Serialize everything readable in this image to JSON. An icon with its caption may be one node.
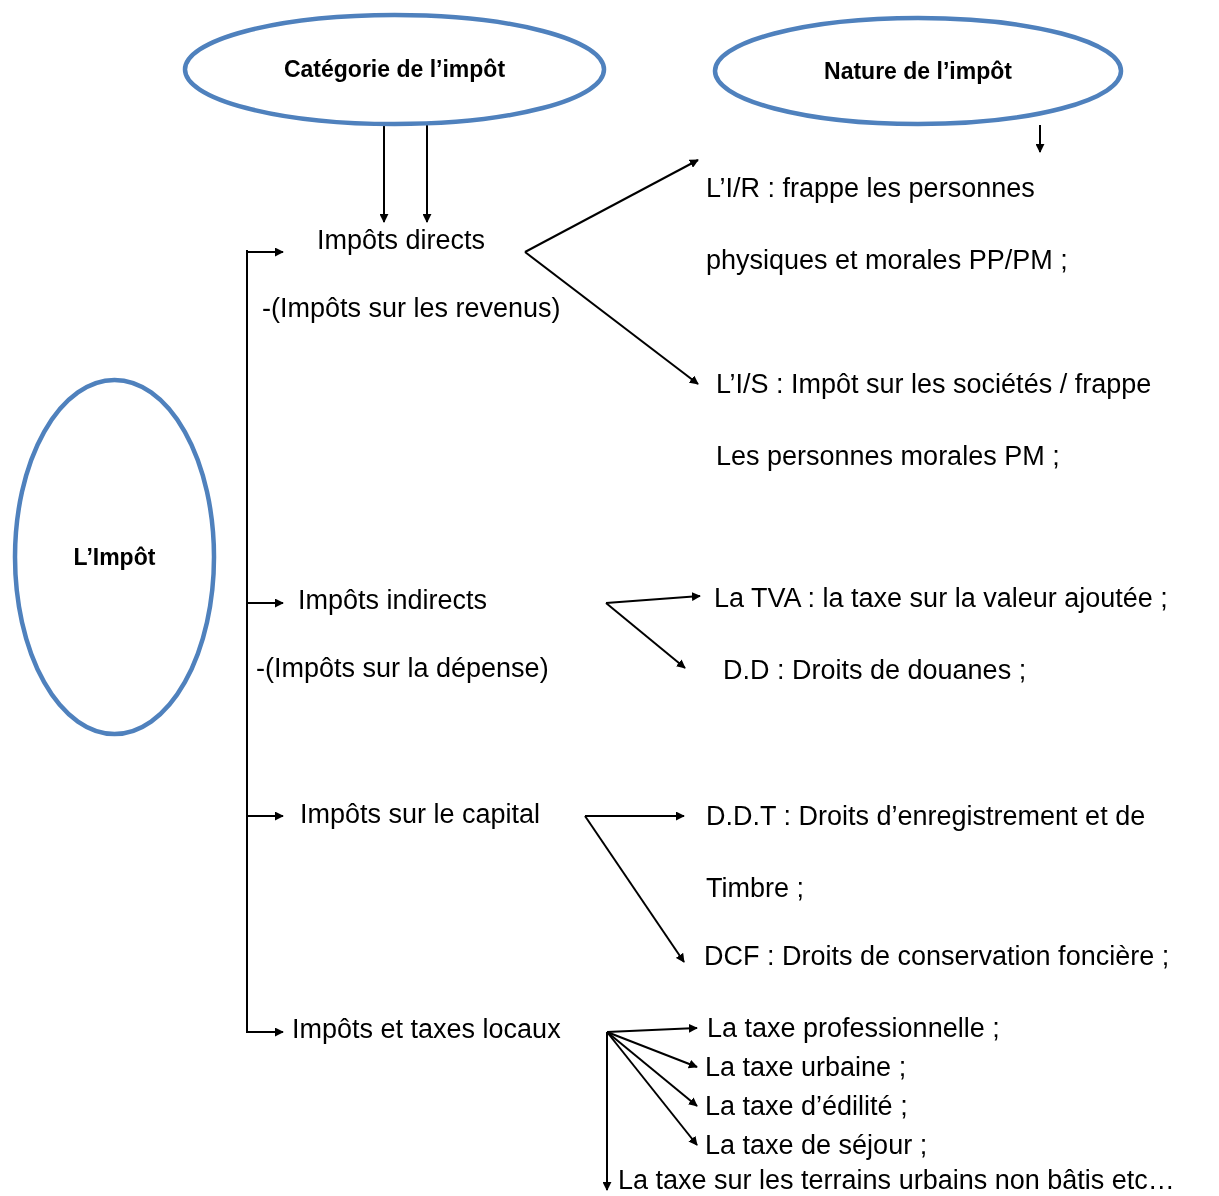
{
  "diagram": {
    "nodes": [
      {
        "text": [
          "Catégorie de l’impôt"
        ]
      },
      {
        "text": [
          "Nature de l’impôt"
        ]
      },
      {
        "text": [
          "L’Impôt"
        ]
      },
      {
        "text": [
          "Impôts directs"
        ],
        "beside": [
          "-(Impôts sur les revenus)"
        ]
      },
      {
        "text": [
          "L’I/R : frappe les personnes physiques et morales PP/PM ;"
        ]
      },
      {
        "text": [
          "L’I/S : Impôt sur les sociétés / frappe Les personnes morales PM ;"
        ]
      },
      {
        "text": [
          "Impôts indirects"
        ],
        "beside": [
          "-(Impôts sur la dépense)"
        ]
      },
      {
        "text": [
          "La TVA : la taxe sur la valeur ajoutée ;"
        ]
      },
      {
        "text": [
          "D.D : Droits de douanes ;"
        ]
      },
      {
        "text": [
          "Impôts sur le capital"
        ]
      },
      {
        "text": [
          "D.D.T : Droits d’enregistrement et de Timbre ;"
        ]
      },
      {
        "text": [
          "DCF : Droits de conservation foncière ;"
        ]
      },
      {
        "text": [
          "Impôts et taxes locaux"
        ]
      },
      {
        "text": [
          "La taxe professionnelle ;"
        ]
      },
      {
        "text": [
          "La taxe urbaine ;"
        ]
      },
      {
        "text": [
          "La taxe d’édilité ;"
        ]
      },
      {
        "text": [
          "La taxe de séjour ;"
        ]
      },
      {
        "text": [
          "La taxe sur les terrains urbains non bâtis etc…"
        ]
      }
    ],
    "edges": [
      {
        "from": 0,
        "to": 3,
        "arrow": "to"
      },
      {
        "from": 0,
        "to": 3,
        "arrow": "to"
      },
      {
        "from": 1,
        "to": 4,
        "arrow": "to"
      },
      {
        "from": null,
        "to": 3,
        "arrow": "to"
      },
      {
        "from": null,
        "to": 6,
        "arrow": "to"
      },
      {
        "from": null,
        "to": 9,
        "arrow": "to"
      },
      {
        "from": null,
        "to": 12,
        "arrow": "to"
      },
      {
        "from": 3,
        "to": 4,
        "arrow": "to"
      },
      {
        "from": 3,
        "to": 5,
        "arrow": "to"
      },
      {
        "from": 6,
        "to": 7,
        "arrow": "to"
      },
      {
        "from": 6,
        "to": 8,
        "arrow": "to"
      },
      {
        "from": 9,
        "to": 10,
        "arrow": "to"
      },
      {
        "from": 9,
        "to": 11,
        "arrow": "to"
      },
      {
        "from": 12,
        "to": 13,
        "arrow": "to"
      },
      {
        "from": 12,
        "to": 14,
        "arrow": "to"
      },
      {
        "from": 12,
        "to": 15,
        "arrow": "to"
      },
      {
        "from": 12,
        "to": 16,
        "arrow": "to"
      },
      {
        "from": 12,
        "to": 17,
        "arrow": "to"
      }
    ]
  }
}
